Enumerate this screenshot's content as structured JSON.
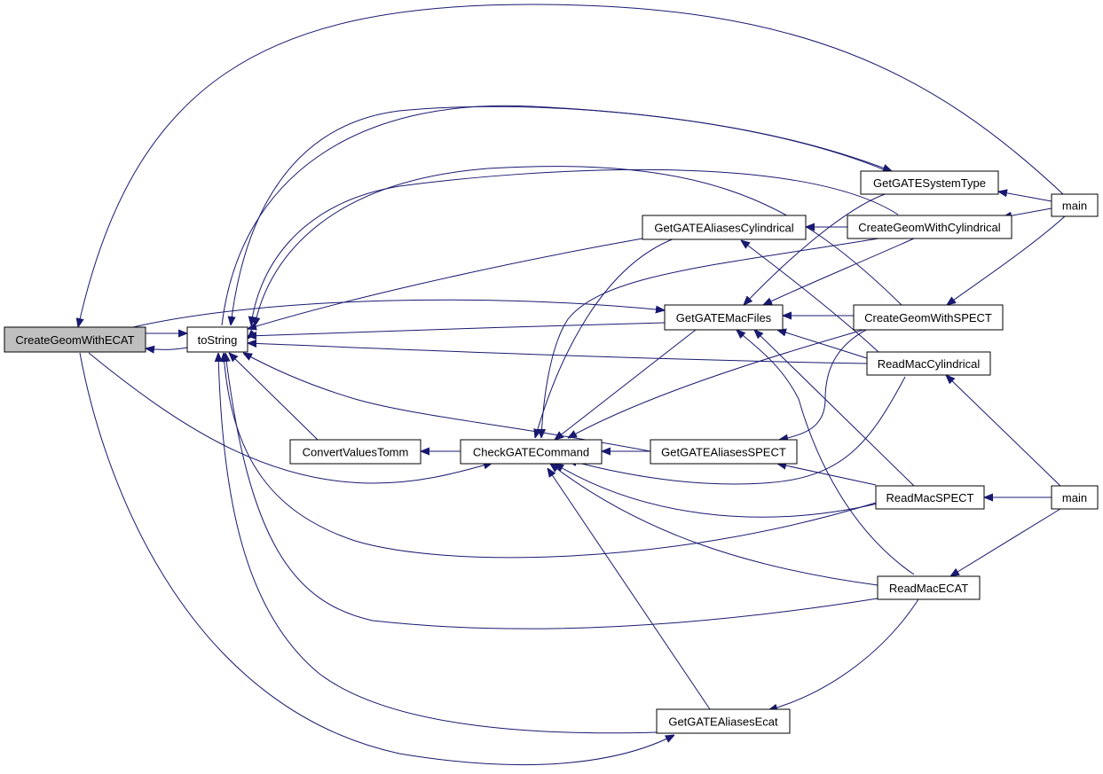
{
  "diagram": {
    "edge_color": "#191970",
    "highlight_fill": "#bfbfbf",
    "nodes": [
      {
        "id": "n_cgecat",
        "label": "CreateGeomWithECAT",
        "highlight": true
      },
      {
        "id": "n_tostring",
        "label": "toString"
      },
      {
        "id": "n_cvt",
        "label": "ConvertValuesTomm"
      },
      {
        "id": "n_chk",
        "label": "CheckGATECommand"
      },
      {
        "id": "n_gacyl",
        "label": "GetGATEAliasesCylindrical"
      },
      {
        "id": "n_gmac",
        "label": "GetGATEMacFiles"
      },
      {
        "id": "n_gaspect",
        "label": "GetGATEAliasesSPECT"
      },
      {
        "id": "n_gaecat",
        "label": "GetGATEAliasesEcat"
      },
      {
        "id": "n_gsys",
        "label": "GetGATESystemType"
      },
      {
        "id": "n_cgcyl",
        "label": "CreateGeomWithCylindrical"
      },
      {
        "id": "n_cgspect",
        "label": "CreateGeomWithSPECT"
      },
      {
        "id": "n_rmcyl",
        "label": "ReadMacCylindrical"
      },
      {
        "id": "n_rmspect",
        "label": "ReadMacSPECT"
      },
      {
        "id": "n_rmecat",
        "label": "ReadMacECAT"
      },
      {
        "id": "n_main1",
        "label": "main"
      },
      {
        "id": "n_main2",
        "label": "main"
      }
    ]
  }
}
